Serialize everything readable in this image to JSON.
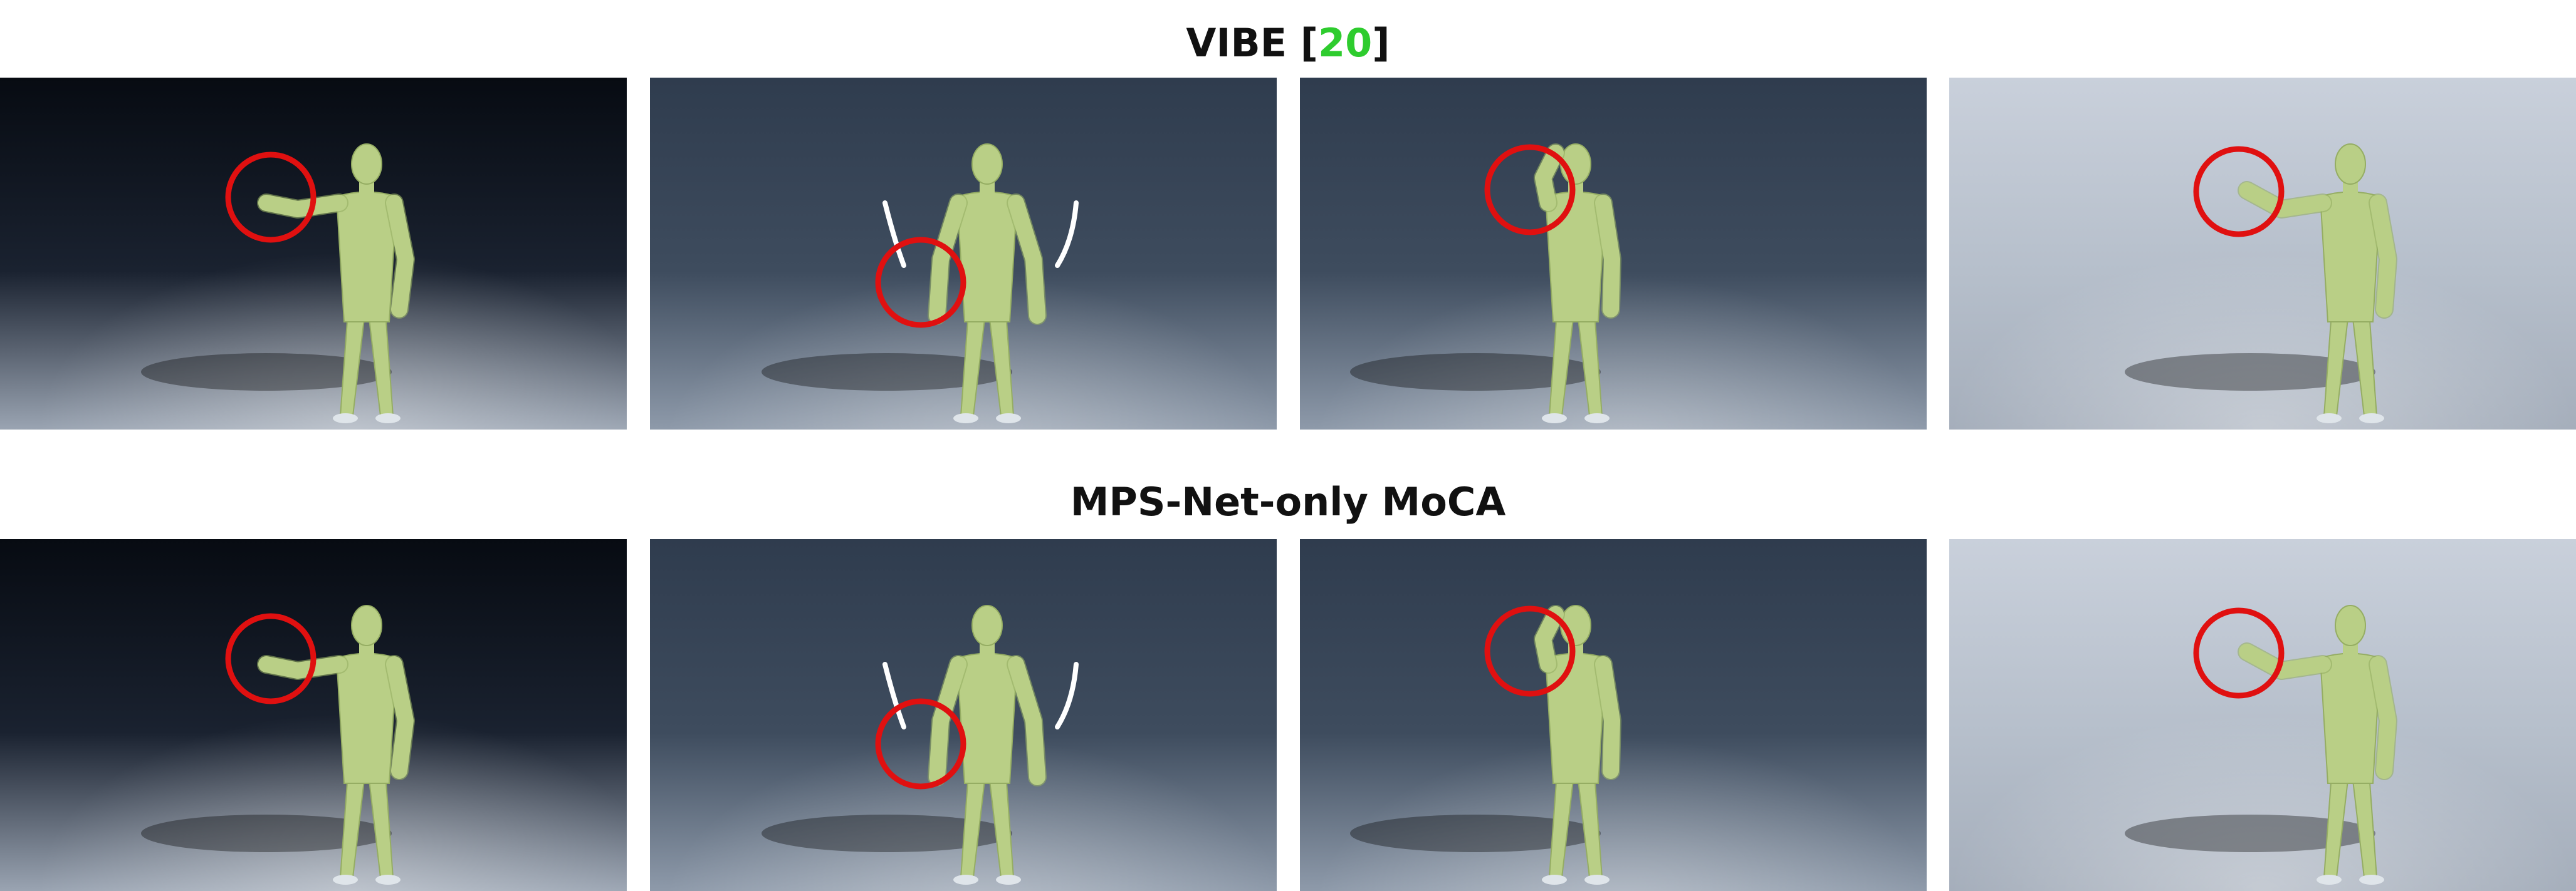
{
  "figure": {
    "rows": [
      {
        "title_main": "VIBE [",
        "title_ref": "20",
        "title_end": "]",
        "ref_color": "#2ecc2e",
        "panels": [
          {
            "scene": "dark-spotlight",
            "pose": "arm-raised-left"
          },
          {
            "scene": "blue-grey",
            "pose": "arms-down"
          },
          {
            "scene": "blue-grey",
            "pose": "hand-to-head"
          },
          {
            "scene": "light-studio",
            "pose": "arm-raised-wave"
          }
        ]
      },
      {
        "title_main": "MPS-Net-only MoCA",
        "title_ref": "",
        "title_end": "",
        "ref_color": "#2ecc2e",
        "panels": [
          {
            "scene": "dark-spotlight",
            "pose": "arm-raised-left"
          },
          {
            "scene": "blue-grey",
            "pose": "arms-down"
          },
          {
            "scene": "blue-grey",
            "pose": "hand-to-head"
          },
          {
            "scene": "light-studio",
            "pose": "arm-raised-wave"
          }
        ]
      }
    ],
    "colors": {
      "mesh": "#b9cf86",
      "mesh_shade": "#95ad63",
      "highlight_circle": "#e01010"
    }
  }
}
